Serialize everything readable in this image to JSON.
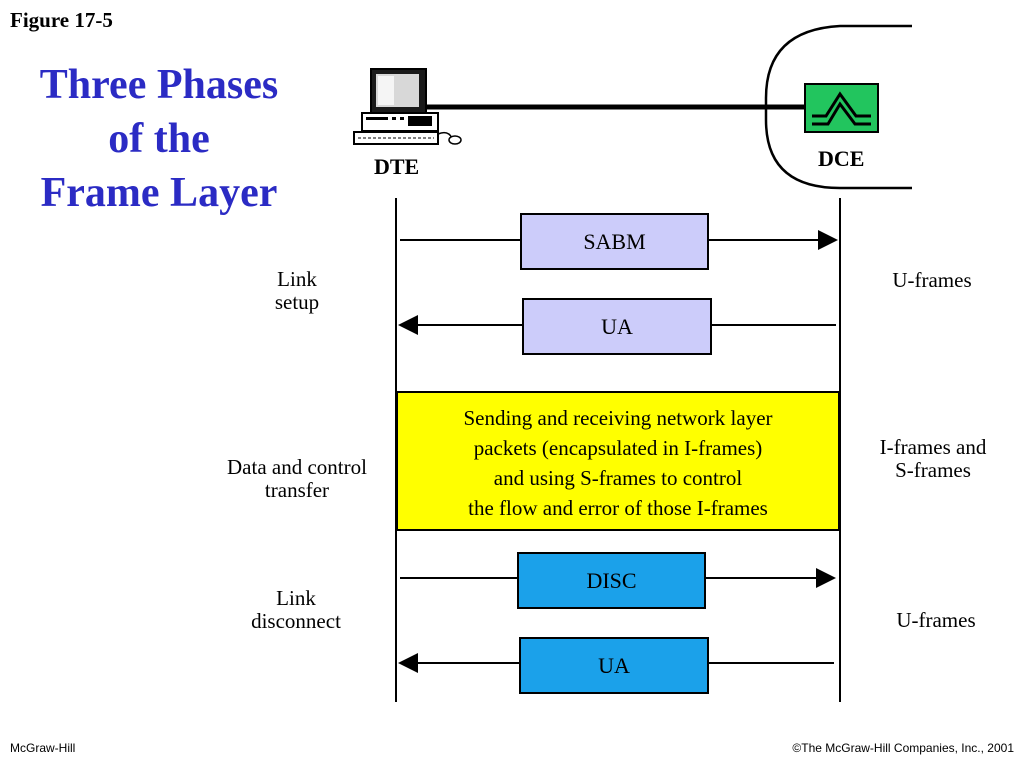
{
  "figure_label": "Figure 17-5",
  "title_lines": [
    "Three Phases",
    "of the",
    "Frame Layer"
  ],
  "nodes": {
    "dte": "DTE",
    "dce": "DCE"
  },
  "phases": {
    "setup": [
      "Link",
      "setup"
    ],
    "transfer": [
      "Data and control",
      "transfer"
    ],
    "disconnect": [
      "Link",
      "disconnect"
    ]
  },
  "frame_types": {
    "setup": [
      "U-frames"
    ],
    "transfer": [
      "I-frames and",
      "S-frames"
    ],
    "disconnect": [
      "U-frames"
    ]
  },
  "frames": {
    "sabm": "SABM",
    "ua_setup": "UA",
    "disc": "DISC",
    "ua_disconnect": "UA"
  },
  "data_box_lines": [
    "Sending and receiving network layer",
    "packets (encapsulated in I-frames)",
    "and using S-frames to control",
    "the flow and error of those I-frames"
  ],
  "footer": {
    "left": "McGraw-Hill",
    "right": "©The McGraw-Hill Companies, Inc., 2001"
  },
  "colors": {
    "title": "#2b2bc4",
    "data_box": "#ffff00",
    "setup_frames": "#ccccfa",
    "disconnect_frames": "#1ba1ea",
    "dce_device": "#22c55e"
  }
}
